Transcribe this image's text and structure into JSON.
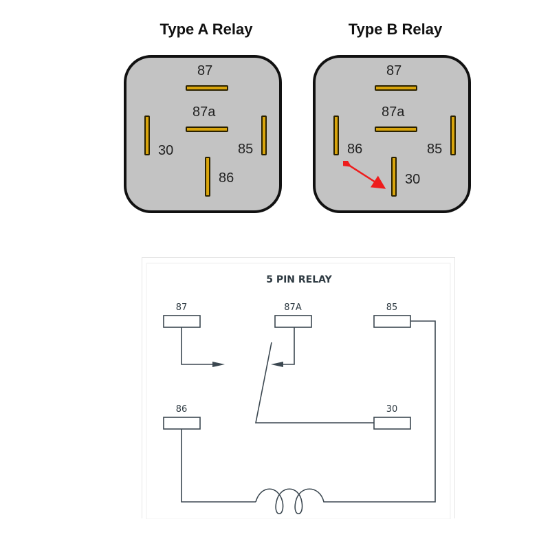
{
  "type_a": {
    "title": "Type A Relay",
    "pins": {
      "p87": "87",
      "p87a": "87a",
      "p30": "30",
      "p85": "85",
      "p86": "86"
    }
  },
  "type_b": {
    "title": "Type B Relay",
    "pins": {
      "p87": "87",
      "p87a": "87a",
      "p86": "86",
      "p85": "85",
      "p30": "30"
    }
  },
  "schematic": {
    "title": "5 PIN RELAY",
    "pins": {
      "p87": "87",
      "p87a": "87A",
      "p85": "85",
      "p86": "86",
      "p30": "30"
    }
  },
  "colors": {
    "pin": "#d9a50c",
    "housing": "#c3c3c3",
    "arrow": "#ee1c1c",
    "wire": "#3b4750"
  }
}
